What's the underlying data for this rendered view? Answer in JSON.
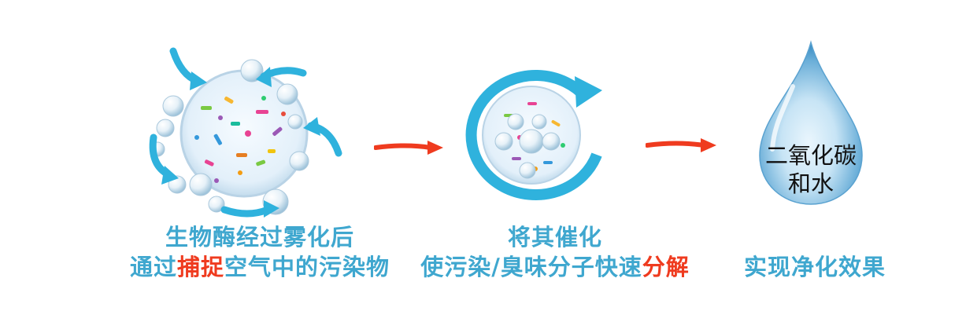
{
  "step1": {
    "line1": "生物酶经过雾化后",
    "line2_pre": "通过",
    "line2_highlight": "捕捉",
    "line2_post": "空气中的污染物"
  },
  "step2": {
    "line1": "将其催化",
    "line2_pre": "使污染/臭味分子快速",
    "line2_highlight": "分解"
  },
  "step3": {
    "drop_line1": "二氧化碳",
    "drop_line2": "和水",
    "caption": "实现净化效果"
  },
  "colors": {
    "caption_blue": "#3fa7cf",
    "highlight_red": "#ef3b1f",
    "arrow_red": "#ef3b1f",
    "swirl_blue": "#2fb2dd",
    "drop_blue": "#3b8fc6"
  }
}
